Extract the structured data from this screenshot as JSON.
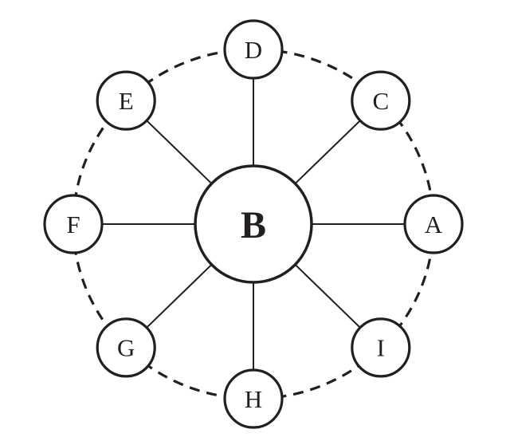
{
  "diagram": {
    "title": "hub-and-spoke node diagram",
    "colors": {
      "ink": "#231f20",
      "node_fill": "#ffffff",
      "background": "#ffffff"
    },
    "center_node": {
      "id": "B",
      "label": "B"
    },
    "outer_nodes": [
      {
        "id": "A",
        "label": "A",
        "angle_deg": 0
      },
      {
        "id": "C",
        "label": "C",
        "angle_deg": 45
      },
      {
        "id": "D",
        "label": "D",
        "angle_deg": 90
      },
      {
        "id": "E",
        "label": "E",
        "angle_deg": 135
      },
      {
        "id": "F",
        "label": "F",
        "angle_deg": 180
      },
      {
        "id": "G",
        "label": "G",
        "angle_deg": 225
      },
      {
        "id": "H",
        "label": "H",
        "angle_deg": 270
      },
      {
        "id": "I",
        "label": "I",
        "angle_deg": 315
      }
    ],
    "edges": [
      {
        "from": "B",
        "to": "A",
        "style": "solid"
      },
      {
        "from": "B",
        "to": "C",
        "style": "solid"
      },
      {
        "from": "B",
        "to": "D",
        "style": "solid"
      },
      {
        "from": "B",
        "to": "E",
        "style": "solid"
      },
      {
        "from": "B",
        "to": "F",
        "style": "solid"
      },
      {
        "from": "B",
        "to": "G",
        "style": "solid"
      },
      {
        "from": "B",
        "to": "H",
        "style": "solid"
      },
      {
        "from": "B",
        "to": "I",
        "style": "solid"
      }
    ],
    "ring": {
      "style": "dashed",
      "through_nodes": [
        "A",
        "C",
        "D",
        "E",
        "F",
        "G",
        "H",
        "I"
      ]
    }
  }
}
